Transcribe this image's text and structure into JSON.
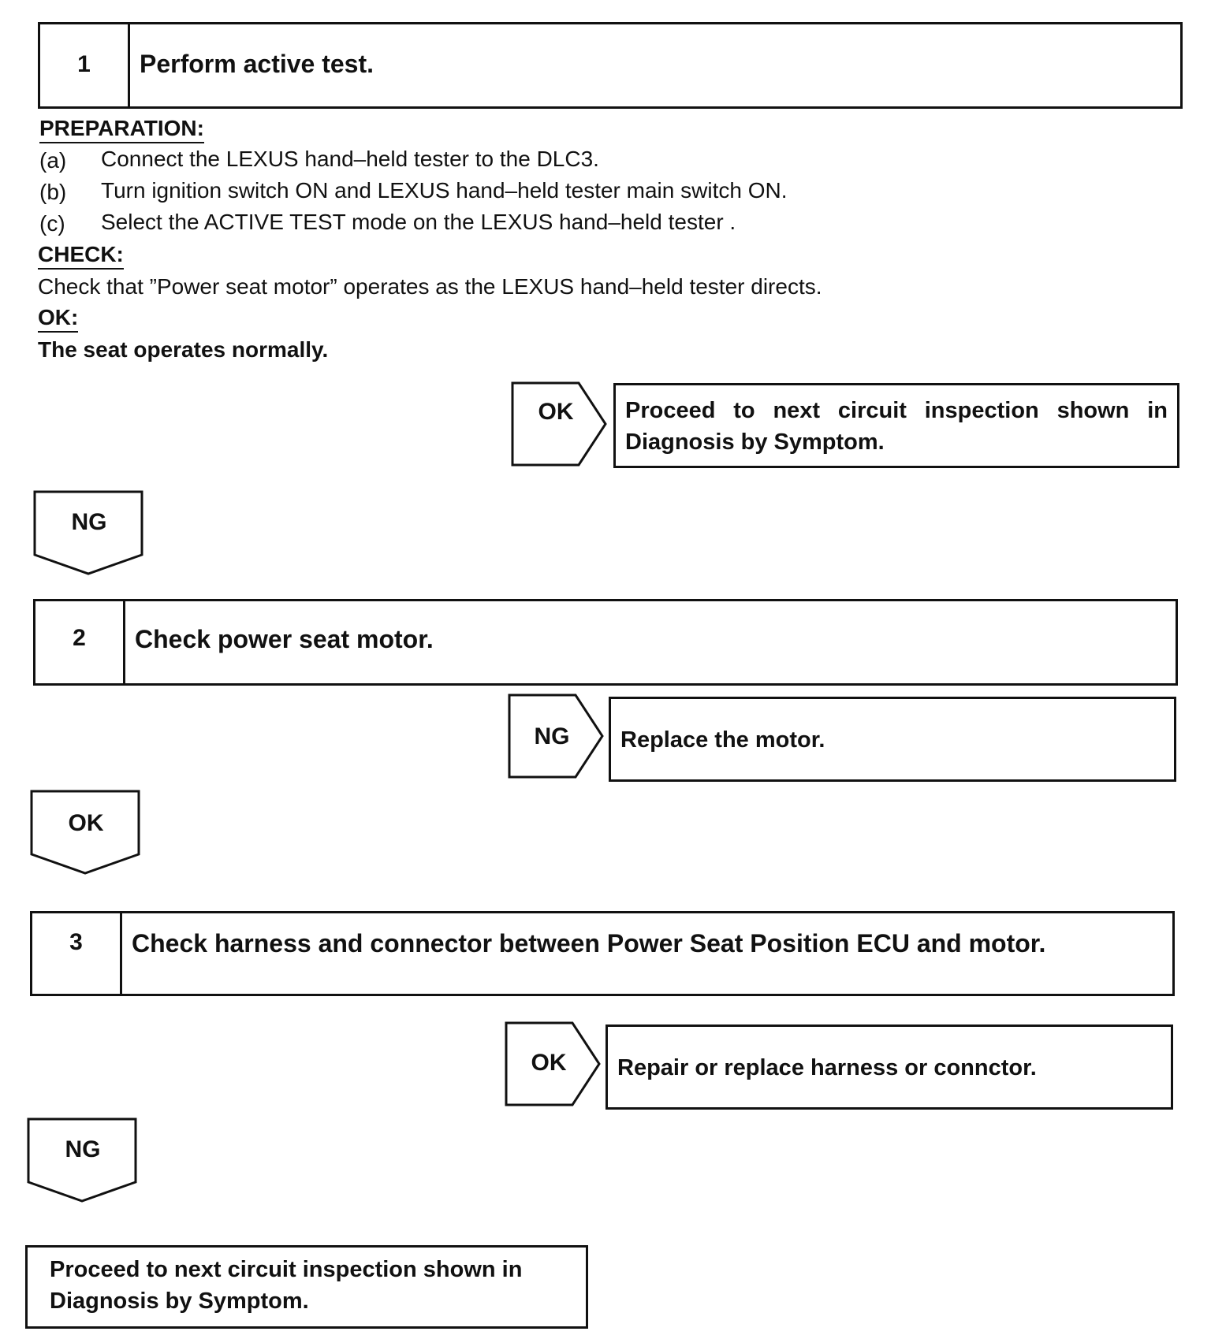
{
  "steps": [
    {
      "num": "1",
      "title": "Perform active test."
    },
    {
      "num": "2",
      "title": "Check power seat motor."
    },
    {
      "num": "3",
      "title": "Check harness and connector between Power Seat Position ECU and motor."
    }
  ],
  "preparation": {
    "label": "PREPARATION:",
    "items": [
      {
        "letter": "(a)",
        "text": "Connect the LEXUS hand–held tester to the DLC3."
      },
      {
        "letter": "(b)",
        "text": "Turn ignition switch ON and LEXUS hand–held tester main switch ON."
      },
      {
        "letter": "(c)",
        "text": "Select the ACTIVE TEST mode on the LEXUS hand–held tester ."
      }
    ]
  },
  "check": {
    "label": "CHECK:",
    "text": "Check that ”Power seat motor” operates as the LEXUS hand–held tester directs."
  },
  "ok_criteria": {
    "label": "OK:",
    "text": "The seat operates normally."
  },
  "branches": {
    "step1_ok": {
      "tag": "OK",
      "line1": "Proceed to next circuit inspection shown in",
      "line2": "Diagnosis by Symptom."
    },
    "step1_ng": {
      "tag": "NG"
    },
    "step2_ng": {
      "tag": "NG",
      "text": "Replace the motor."
    },
    "step2_ok": {
      "tag": "OK"
    },
    "step3_ok": {
      "tag": "OK",
      "text": "Repair or replace harness or connctor."
    },
    "step3_ng": {
      "tag": "NG"
    },
    "final": {
      "line1": "Proceed to next circuit inspection shown in",
      "line2": "Diagnosis by Symptom."
    }
  }
}
